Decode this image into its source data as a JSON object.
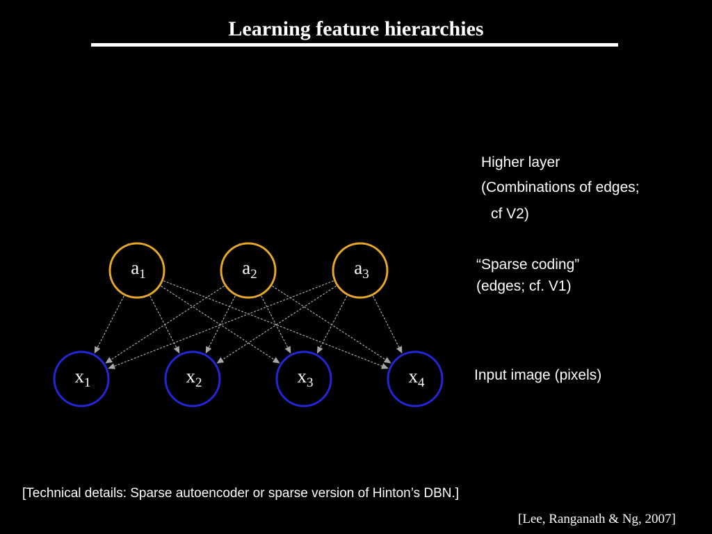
{
  "title": "Learning feature hierarchies",
  "layers": {
    "higher": {
      "line1": "Higher layer",
      "line2": "(Combinations of edges;",
      "line3": "cf  V2)"
    },
    "sparse": {
      "line1": "“Sparse coding”",
      "line2": "(edges; cf. V1)"
    },
    "input": {
      "line1": "Input image (pixels)"
    }
  },
  "hidden_nodes": [
    {
      "base": "a",
      "sub": "1"
    },
    {
      "base": "a",
      "sub": "2"
    },
    {
      "base": "a",
      "sub": "3"
    }
  ],
  "input_nodes": [
    {
      "base": "x",
      "sub": "1"
    },
    {
      "base": "x",
      "sub": "2"
    },
    {
      "base": "x",
      "sub": "3"
    },
    {
      "base": "x",
      "sub": "4"
    }
  ],
  "colors": {
    "hidden_ring": "#e8a92a",
    "input_ring": "#2626d9",
    "edge": "#a8a8a8"
  },
  "footnote": "[Technical details: Sparse autoencoder or sparse version of Hinton’s DBN.]",
  "citation": "[Lee, Ranganath & Ng, 2007]"
}
